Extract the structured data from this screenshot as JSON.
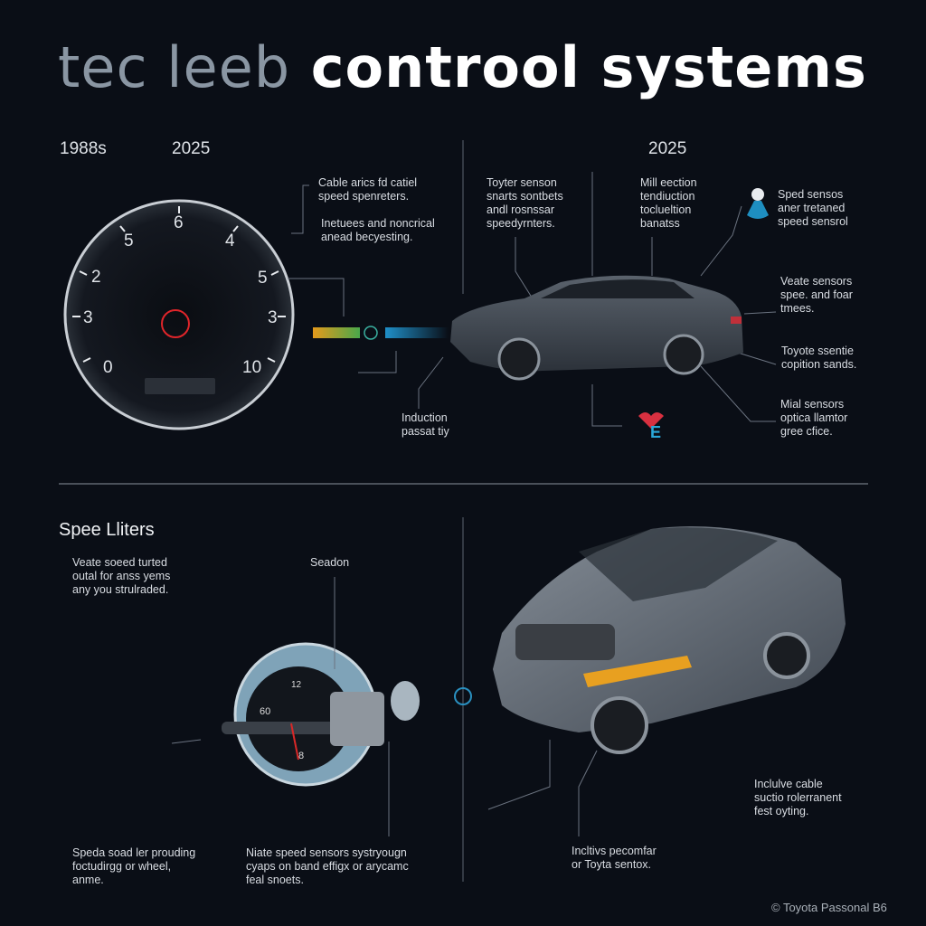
{
  "title": {
    "part1": "tec leeb",
    "part2": "controol systems"
  },
  "years": {
    "left1": "1988s",
    "left2": "2025",
    "right": "2025"
  },
  "gauge": {
    "labels": [
      "6",
      "5",
      "4",
      "2",
      "5",
      "3",
      "3",
      "0",
      "10"
    ]
  },
  "top_annotations": {
    "cable": [
      "Cable arics fd catiel",
      "speed spenreters."
    ],
    "inetuees": [
      "Inetuees and noncrical",
      "anead becyesting."
    ],
    "toyter": [
      "Toyter senson",
      "snarts sontbets",
      "andl rosnssar",
      "speedyrnters."
    ],
    "mill": [
      "Mill eection",
      "tendiuction",
      "toclueltion",
      "banatss"
    ],
    "sped": [
      "Sped sensos",
      "aner tretaned",
      "speed sensrol"
    ],
    "veate": [
      "Veate sensors",
      "spee. and foar",
      "tmees."
    ],
    "toyota": [
      "Toyote ssentie",
      "copition sands."
    ],
    "mial": [
      "Mial sensors",
      "optica llamtor",
      "gree cfice."
    ],
    "induction": [
      "Induction",
      "passat tiy"
    ],
    "e_label": "E"
  },
  "bottom": {
    "heading": "Spee Lliters",
    "veate": [
      "Veate soeed turted",
      "outal for anss yems",
      "any you strulraded."
    ],
    "seadon": "Seadon",
    "inclulve": [
      "Inclulve cable",
      "suctio rolerranent",
      "fest oyting."
    ],
    "speda": [
      "Speda soad ler prouding",
      "foctudirgg or wheel,",
      "anme."
    ],
    "niate": [
      "Niate speed sensors systryougn",
      "cyaps on band effigx or arycamc",
      "feal snoets."
    ],
    "incltivs": [
      "Incltivs pecomfar",
      "or Toyta sentox."
    ],
    "bottom_gauge_labels": [
      "12",
      "60",
      "8"
    ]
  },
  "copyright": "© Toyota Passonal B6"
}
